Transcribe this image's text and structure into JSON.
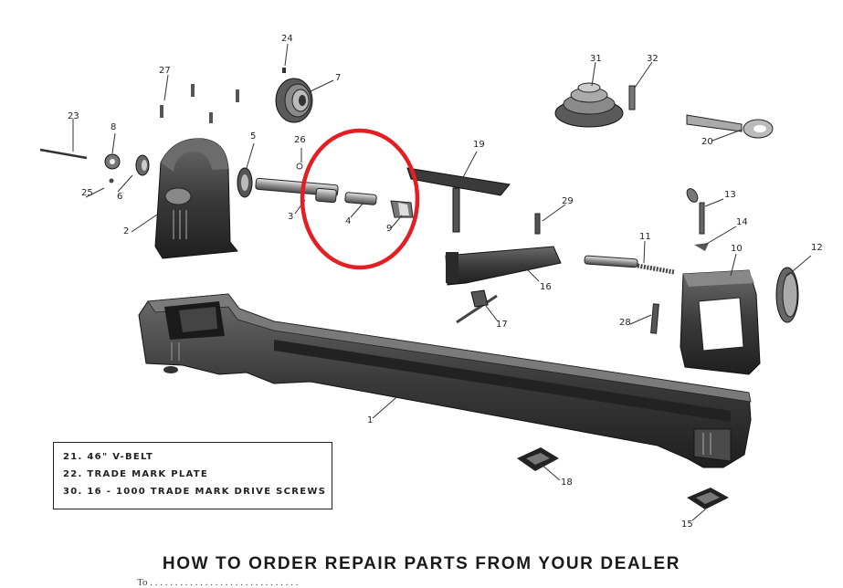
{
  "callouts": [
    "1",
    "2",
    "3",
    "4",
    "5",
    "6",
    "7",
    "8",
    "9",
    "10",
    "11",
    "12",
    "13",
    "14",
    "15",
    "16",
    "17",
    "18",
    "19",
    "20",
    "23",
    "24",
    "25",
    "26",
    "27",
    "28",
    "29",
    "31",
    "32"
  ],
  "legend": {
    "rows": [
      {
        "number": "21.",
        "text": "46\" V-BELT"
      },
      {
        "number": "22.",
        "text": "TRADE MARK PLATE"
      },
      {
        "number": "30.",
        "text": "16 - 1000 TRADE MARK DRIVE SCREWS"
      }
    ]
  },
  "heading": "HOW TO ORDER REPAIR PARTS FROM YOUR DEALER",
  "footer_text": "To . . . . . . . . . . . . . . . . . . . . . . . . . . . . . .",
  "colors": {
    "ink": "#222222",
    "casting": "#3a3a3a",
    "highlight_circle": "#e31e24"
  }
}
